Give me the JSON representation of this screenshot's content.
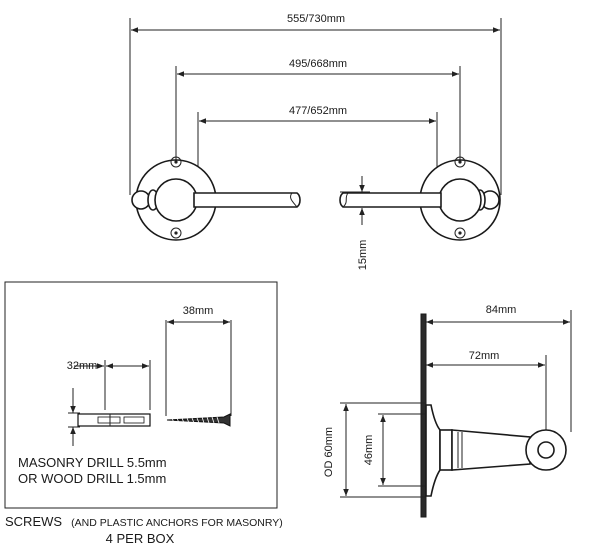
{
  "top_view": {
    "overall_width": "555/730mm",
    "post_centers": "495/668mm",
    "inner_span": "477/652mm",
    "rail_diameter": "15mm"
  },
  "screw_box": {
    "screw_length": "38mm",
    "anchor_length": "32mm",
    "drill_line1": "MASONRY DRILL 5.5mm",
    "drill_line2": "OR WOOD DRILL 1.5mm"
  },
  "screws_caption": {
    "prefix": "SCREWS",
    "detail": "(AND PLASTIC  ANCHORS FOR MASONRY)",
    "line2": "4 PER BOX"
  },
  "side_view": {
    "projection_total": "84mm",
    "projection_center": "72mm",
    "plate_diameter": "OD  60mm",
    "neck_height": "46mm"
  }
}
